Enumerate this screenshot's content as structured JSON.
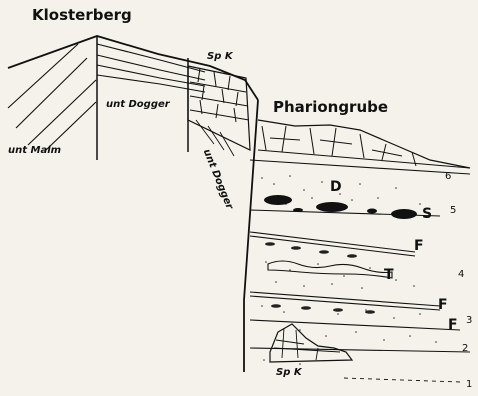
{
  "labels": {
    "klosterberg": "Klosterberg",
    "phariongrube": "Phariongrube",
    "sp_k_top": "Sp K",
    "sp_k_bottom": "Sp K",
    "unt_dogger_left": "unt Dogger",
    "unt_dogger_right": "unt Dogger",
    "unt_malm": "unt Malm",
    "letter_d": "D",
    "letter_s": "S",
    "letter_f1": "F",
    "letter_f2": "F",
    "letter_f3": "F",
    "letter_t": "T"
  },
  "layer_numbers": [
    "6",
    "5",
    "4",
    "3",
    "2",
    "1"
  ]
}
